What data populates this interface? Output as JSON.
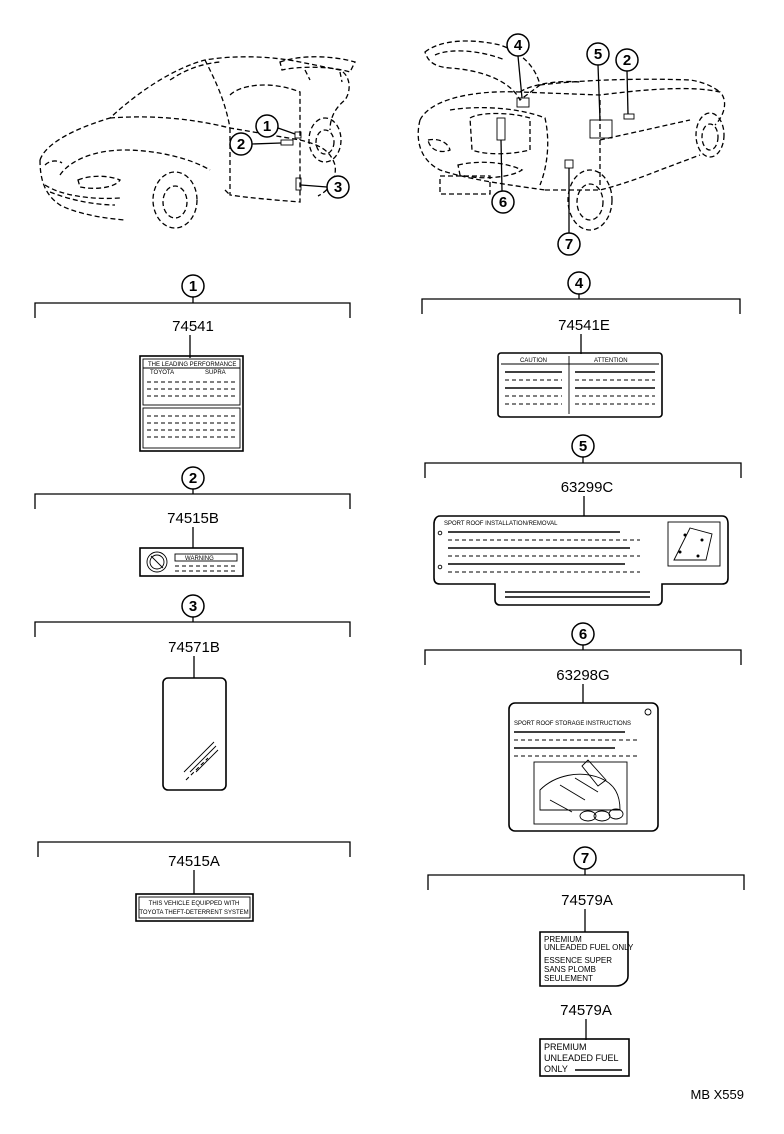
{
  "diagram": {
    "code": "MB X559",
    "callouts": {
      "c1": "1",
      "c2": "2",
      "c3": "3",
      "c4": "4",
      "c5": "5",
      "c6": "6",
      "c7": "7"
    },
    "sections": [
      {
        "callout": "1",
        "part_number": "74541"
      },
      {
        "callout": "2",
        "part_number": "74515B"
      },
      {
        "callout": "3",
        "part_number": "74571B"
      },
      {
        "callout": "",
        "part_number": "74515A"
      },
      {
        "callout": "4",
        "part_number": "74541E"
      },
      {
        "callout": "5",
        "part_number": "63299C"
      },
      {
        "callout": "6",
        "part_number": "63298G"
      },
      {
        "callout": "7",
        "part_number": "74579A"
      },
      {
        "callout": "",
        "part_number": "74579A"
      }
    ],
    "label_texts": {
      "l1_head": "THE LEADING PERFORMANCE",
      "l1_brand": "TOYOTA",
      "l1_model": "SUPRA",
      "l2_warning": "WARNING",
      "l74515a_line1": "THIS VEHICLE EQUIPPED WITH",
      "l74515a_line2": "TOYOTA THEFT-DETERRENT SYSTEM",
      "l4_caution": "CAUTION",
      "l4_attention": "ATTENTION",
      "l5_head": "SPORT ROOF INSTALLATION/REMOVAL",
      "l6_head": "SPORT ROOF STORAGE INSTRUCTIONS",
      "l7a_lines": [
        "PREMIUM",
        "UNLEADED FUEL ONLY",
        "ESSENCE  SUPER",
        "SANS PLOMB",
        "SEULEMENT"
      ],
      "l7b_lines": [
        "PREMIUM",
        "UNLEADED FUEL",
        "ONLY"
      ]
    }
  }
}
